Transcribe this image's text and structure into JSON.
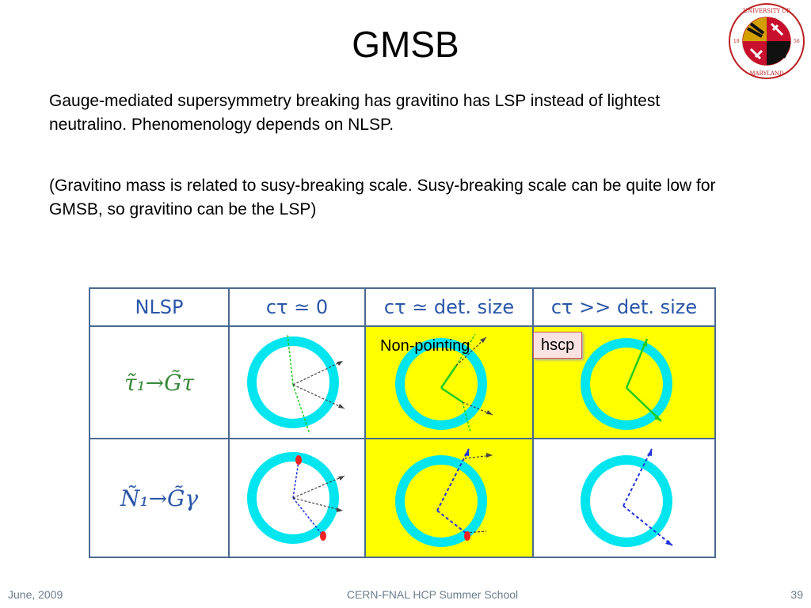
{
  "slide": {
    "title": "GMSB",
    "paragraph1": "Gauge-mediated supersymmetry breaking has gravitino has LSP instead of lightest neutralino.  Phenomenology depends on NLSP.",
    "paragraph2": "(Gravitino mass is related to susy-breaking scale.  Susy-breaking scale can be quite low for GMSB, so gravitino can be the LSP)"
  },
  "table": {
    "headers": [
      "NLSP",
      "cτ ≃ 0",
      "cτ ≃ det. size",
      "cτ >> det. size"
    ],
    "rows": [
      {
        "process": "τ̃₁→G̃τ"
      },
      {
        "process": "Ñ₁→G̃γ"
      }
    ]
  },
  "annotations": {
    "non_pointing": "Non-pointing",
    "hscp": "hscp"
  },
  "footer": {
    "date": "June, 2009",
    "event": "CERN-FNAL HCP Summer School",
    "page": "39"
  },
  "colors": {
    "highlight": "#ffff00",
    "ring": "#00e5ee",
    "track_green": "#22cc22",
    "track_blue": "#2233dd",
    "table_border": "#4a6a90"
  }
}
